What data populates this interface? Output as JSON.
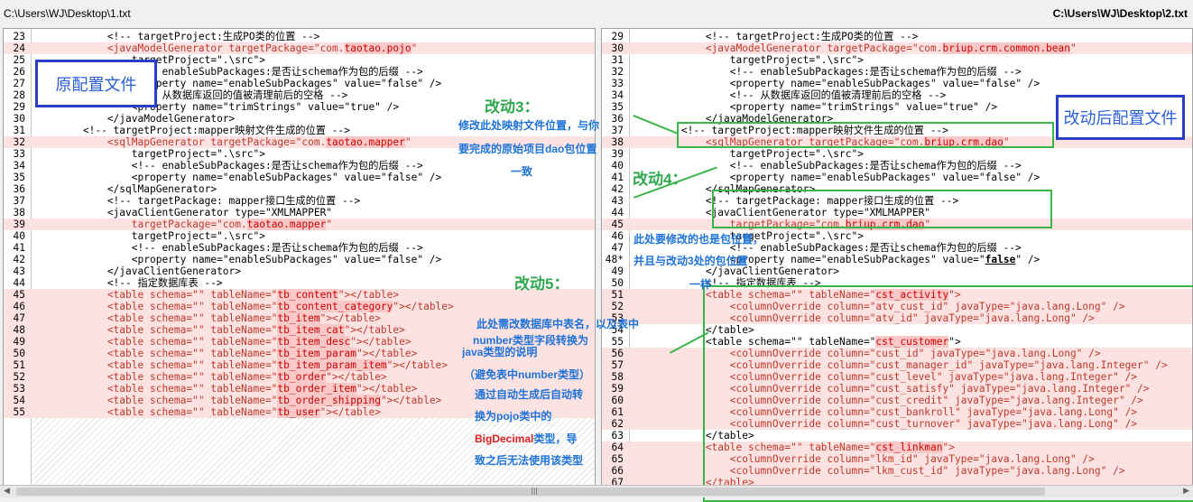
{
  "left_path": "C:\\Users\\WJ\\Desktop\\1.txt",
  "right_path": "C:\\Users\\WJ\\Desktop\\2.txt",
  "left_lines": [
    {
      "n": "23",
      "d": false,
      "s": [
        {
          "t": "            <!-- targetProject:生成PO类的位置 -->"
        }
      ]
    },
    {
      "n": "24",
      "d": true,
      "s": [
        {
          "t": "            <javaModelGenerator targetPackage=\"com."
        },
        {
          "t": "taotao.pojo",
          "h": true
        },
        {
          "t": "\""
        }
      ]
    },
    {
      "n": "25",
      "d": false,
      "s": [
        {
          "t": "                targetProject=\".\\src\">"
        }
      ]
    },
    {
      "n": "26",
      "d": false,
      "s": [
        {
          "t": "                <!-- enableSubPackages:是否让schema作为包的后缀 -->"
        }
      ]
    },
    {
      "n": "27",
      "d": false,
      "s": [
        {
          "t": "                <property name=\"enableSubPackages\" value=\"false\" />"
        }
      ]
    },
    {
      "n": "28",
      "d": false,
      "s": [
        {
          "t": "                <!-- 从数据库返回的值被清理前后的空格 -->"
        }
      ]
    },
    {
      "n": "29",
      "d": false,
      "s": [
        {
          "t": "                <property name=\"trimStrings\" value=\"true\" />"
        }
      ]
    },
    {
      "n": "30",
      "d": false,
      "s": [
        {
          "t": "            </javaModelGenerator>"
        }
      ]
    },
    {
      "n": "31",
      "d": false,
      "s": [
        {
          "t": "        <!-- targetProject:mapper映射文件生成的位置 -->"
        }
      ]
    },
    {
      "n": "32",
      "d": true,
      "s": [
        {
          "t": "            <sqlMapGenerator targetPackage=\"com."
        },
        {
          "t": "taotao.mapper",
          "h": true
        },
        {
          "t": "\""
        }
      ]
    },
    {
      "n": "33",
      "d": false,
      "s": [
        {
          "t": "                targetProject=\".\\src\">"
        }
      ]
    },
    {
      "n": "34",
      "d": false,
      "s": [
        {
          "t": "                <!-- enableSubPackages:是否让schema作为包的后缀 -->"
        }
      ]
    },
    {
      "n": "35",
      "d": false,
      "s": [
        {
          "t": "                <property name=\"enableSubPackages\" value=\"false\" />"
        }
      ]
    },
    {
      "n": "36",
      "d": false,
      "s": [
        {
          "t": "            </sqlMapGenerator>"
        }
      ]
    },
    {
      "n": "37",
      "d": false,
      "s": [
        {
          "t": "            <!-- targetPackage: mapper接口生成的位置 -->"
        }
      ]
    },
    {
      "n": "38",
      "d": false,
      "s": [
        {
          "t": "            <javaClientGenerator type=\"XMLMAPPER\""
        }
      ]
    },
    {
      "n": "39",
      "d": true,
      "s": [
        {
          "t": "                targetPackage=\"com."
        },
        {
          "t": "taotao.mapper",
          "h": true
        },
        {
          "t": "\""
        }
      ]
    },
    {
      "n": "40",
      "d": false,
      "s": [
        {
          "t": "                targetProject=\".\\src\">"
        }
      ]
    },
    {
      "n": "41",
      "d": false,
      "s": [
        {
          "t": "                <!-- enableSubPackages:是否让schema作为包的后缀 -->"
        }
      ]
    },
    {
      "n": "42",
      "d": false,
      "s": [
        {
          "t": "                <property name=\"enableSubPackages\" value=\"false\" />"
        }
      ]
    },
    {
      "n": "43",
      "d": false,
      "s": [
        {
          "t": "            </javaClientGenerator>"
        }
      ]
    },
    {
      "n": "44",
      "d": false,
      "s": [
        {
          "t": "            <!-- 指定数据库表 -->"
        }
      ]
    },
    {
      "n": "45",
      "d": true,
      "s": [
        {
          "t": "            <table schema=\"\" tableName=\""
        },
        {
          "t": "tb_content",
          "h": true
        },
        {
          "t": "\"></table>"
        }
      ]
    },
    {
      "n": "46",
      "d": true,
      "s": [
        {
          "t": "            <table schema=\"\" tableName=\""
        },
        {
          "t": "tb_content_category",
          "h": true
        },
        {
          "t": "\"></table>"
        }
      ]
    },
    {
      "n": "47",
      "d": true,
      "s": [
        {
          "t": "            <table schema=\"\" tableName=\""
        },
        {
          "t": "tb_item",
          "h": true
        },
        {
          "t": "\"></table>"
        }
      ]
    },
    {
      "n": "48",
      "d": true,
      "s": [
        {
          "t": "            <table schema=\"\" tableName=\""
        },
        {
          "t": "tb_item_cat",
          "h": true
        },
        {
          "t": "\"></table>"
        }
      ]
    },
    {
      "n": "49",
      "d": true,
      "s": [
        {
          "t": "            <table schema=\"\" tableName=\""
        },
        {
          "t": "tb_item_desc",
          "h": true
        },
        {
          "t": "\"></table>"
        }
      ]
    },
    {
      "n": "50",
      "d": true,
      "s": [
        {
          "t": "            <table schema=\"\" tableName=\""
        },
        {
          "t": "tb_item_param",
          "h": true
        },
        {
          "t": "\"></table>"
        }
      ]
    },
    {
      "n": "51",
      "d": true,
      "s": [
        {
          "t": "            <table schema=\"\" tableName=\""
        },
        {
          "t": "tb_item_param_item",
          "h": true
        },
        {
          "t": "\"></table>"
        }
      ]
    },
    {
      "n": "52",
      "d": true,
      "s": [
        {
          "t": "            <table schema=\"\" tableName=\""
        },
        {
          "t": "tb_order",
          "h": true
        },
        {
          "t": "\"></table>"
        }
      ]
    },
    {
      "n": "53",
      "d": true,
      "s": [
        {
          "t": "            <table schema=\"\" tableName=\""
        },
        {
          "t": "tb_order_item",
          "h": true
        },
        {
          "t": "\"></table>"
        }
      ]
    },
    {
      "n": "54",
      "d": true,
      "s": [
        {
          "t": "            <table schema=\"\" tableName=\""
        },
        {
          "t": "tb_order_shipping",
          "h": true
        },
        {
          "t": "\"></table>"
        }
      ]
    },
    {
      "n": "55",
      "d": true,
      "s": [
        {
          "t": "            <table schema=\"\" tableName=\""
        },
        {
          "t": "tb_user",
          "h": true
        },
        {
          "t": "\"></table>"
        }
      ]
    }
  ],
  "right_lines": [
    {
      "n": "29",
      "d": false,
      "s": [
        {
          "t": "            <!-- targetProject:生成PO类的位置 -->"
        }
      ]
    },
    {
      "n": "30",
      "d": true,
      "s": [
        {
          "t": "            <javaModelGenerator targetPackage=\"com."
        },
        {
          "t": "briup.crm.common.bean",
          "h": true
        },
        {
          "t": "\""
        }
      ]
    },
    {
      "n": "31",
      "d": false,
      "s": [
        {
          "t": "                targetProject=\".\\src\">"
        }
      ]
    },
    {
      "n": "32",
      "d": false,
      "s": [
        {
          "t": "                <!-- enableSubPackages:是否让schema作为包的后缀 -->"
        }
      ]
    },
    {
      "n": "33",
      "d": false,
      "s": [
        {
          "t": "                <property name=\"enableSubPackages\" value=\"false\" />"
        }
      ]
    },
    {
      "n": "34",
      "d": false,
      "s": [
        {
          "t": "                <!-- 从数据库返回的值被清理前后的空格 -->"
        }
      ]
    },
    {
      "n": "35",
      "d": false,
      "s": [
        {
          "t": "                <property name=\"trimStrings\" value=\"true\" />"
        }
      ]
    },
    {
      "n": "36",
      "d": false,
      "s": [
        {
          "t": "            </javaModelGenerator>"
        }
      ]
    },
    {
      "n": "37",
      "d": false,
      "s": [
        {
          "t": "        <!-- targetProject:mapper映射文件生成的位置 -->"
        }
      ]
    },
    {
      "n": "38",
      "d": true,
      "s": [
        {
          "t": "            <sqlMapGenerator targetPackage=\"com."
        },
        {
          "t": "briup.crm.dao",
          "h": true
        },
        {
          "t": "\""
        }
      ]
    },
    {
      "n": "39",
      "d": false,
      "s": [
        {
          "t": "                targetProject=\".\\src\">"
        }
      ]
    },
    {
      "n": "40",
      "d": false,
      "s": [
        {
          "t": "                <!-- enableSubPackages:是否让schema作为包的后缀 -->"
        }
      ]
    },
    {
      "n": "41",
      "d": false,
      "s": [
        {
          "t": "                <property name=\"enableSubPackages\" value=\"false\" />"
        }
      ]
    },
    {
      "n": "42",
      "d": false,
      "s": [
        {
          "t": "            </sqlMapGenerator>"
        }
      ]
    },
    {
      "n": "43",
      "d": false,
      "s": [
        {
          "t": "            <!-- targetPackage: mapper接口生成的位置 -->"
        }
      ]
    },
    {
      "n": "44",
      "d": false,
      "s": [
        {
          "t": "            <javaClientGenerator type=\"XMLMAPPER\""
        }
      ]
    },
    {
      "n": "45",
      "d": true,
      "s": [
        {
          "t": "                targetPackage=\"com."
        },
        {
          "t": "briup.crm.dao",
          "h": true
        },
        {
          "t": "\""
        }
      ]
    },
    {
      "n": "46",
      "d": false,
      "s": [
        {
          "t": "                targetProject=\".\\src\">"
        }
      ]
    },
    {
      "n": "47",
      "d": false,
      "s": [
        {
          "t": "                <!-- enableSubPackages:是否让schema作为包的后缀 -->"
        }
      ]
    },
    {
      "n": "48*",
      "d": false,
      "s": [
        {
          "t": "                <property name=\"enableSubPackages\" value=\""
        },
        {
          "t": "false",
          "b": true
        },
        {
          "t": "\" />"
        }
      ]
    },
    {
      "n": "49",
      "d": false,
      "s": [
        {
          "t": "            </javaClientGenerator>"
        }
      ]
    },
    {
      "n": "50",
      "d": false,
      "s": [
        {
          "t": "            <!-- 指定数据库表 -->"
        }
      ]
    },
    {
      "n": "51",
      "d": true,
      "s": [
        {
          "t": "            <table schema=\"\" tableName=\""
        },
        {
          "t": "cst_activity",
          "h": true
        },
        {
          "t": "\">"
        }
      ]
    },
    {
      "n": "52",
      "d": true,
      "s": [
        {
          "t": "                <columnOverride column=\"atv_cust_id\" javaType=\"java.lang.Long\" />"
        }
      ]
    },
    {
      "n": "53",
      "d": true,
      "s": [
        {
          "t": "                <columnOverride column=\"atv_id\" javaType=\"java.lang.Long\" />"
        }
      ]
    },
    {
      "n": "54",
      "d": false,
      "s": [
        {
          "t": "            </table>"
        }
      ]
    },
    {
      "n": "55",
      "d": false,
      "s": [
        {
          "t": "            <table schema=\"\" tableName=\""
        },
        {
          "t": "cst_customer",
          "h": true
        },
        {
          "t": "\">"
        }
      ]
    },
    {
      "n": "56",
      "d": true,
      "s": [
        {
          "t": "                <columnOverride column=\"cust_id\" javaType=\"java.lang.Long\" />"
        }
      ]
    },
    {
      "n": "57",
      "d": true,
      "s": [
        {
          "t": "                <columnOverride column=\"cust_manager_id\" javaType=\"java.lang.Integer\" />"
        }
      ]
    },
    {
      "n": "58",
      "d": true,
      "s": [
        {
          "t": "                <columnOverride column=\"cust_level\" javaType=\"java.lang.Integer\" />"
        }
      ]
    },
    {
      "n": "59",
      "d": true,
      "s": [
        {
          "t": "                <columnOverride column=\"cust_satisfy\" javaType=\"java.lang.Integer\" />"
        }
      ]
    },
    {
      "n": "60",
      "d": true,
      "s": [
        {
          "t": "                <columnOverride column=\"cust_credit\" javaType=\"java.lang.Integer\" />"
        }
      ]
    },
    {
      "n": "61",
      "d": true,
      "s": [
        {
          "t": "                <columnOverride column=\"cust_bankroll\" javaType=\"java.lang.Long\" />"
        }
      ]
    },
    {
      "n": "62",
      "d": true,
      "s": [
        {
          "t": "                <columnOverride column=\"cust_turnover\" javaType=\"java.lang.Long\" />"
        }
      ]
    },
    {
      "n": "63",
      "d": false,
      "s": [
        {
          "t": "            </table>"
        }
      ]
    },
    {
      "n": "64",
      "d": true,
      "s": [
        {
          "t": "            <table schema=\"\" tableName=\""
        },
        {
          "t": "cst_linkman",
          "h": true
        },
        {
          "t": "\">"
        }
      ]
    },
    {
      "n": "65",
      "d": true,
      "s": [
        {
          "t": "                <columnOverride column=\"lkm_id\" javaType=\"java.lang.Long\" />"
        }
      ]
    },
    {
      "n": "66",
      "d": true,
      "s": [
        {
          "t": "                <columnOverride column=\"lkm_cust_id\" javaType=\"java.lang.Long\" />"
        }
      ]
    },
    {
      "n": "67",
      "d": true,
      "s": [
        {
          "t": "            </table>"
        }
      ]
    }
  ],
  "labels": {
    "original": "原配置文件",
    "modified": "改动后配置文件"
  },
  "annotations": {
    "c3_title": "改动3：",
    "c3_line1": "修改此处映射文件位置，与你",
    "c3_line2": "要完成的原始项目dao包位置",
    "c3_line3": "一致",
    "c4_title": "改动4：",
    "c4_line1": "此处要修改的也是包位置，",
    "c4_line2": "并且与改动3处的包位置",
    "c4_line3": "一样",
    "c5_title": "改动5：",
    "c5_line1": "此处需改数据库中表名，以及表中",
    "c5_line2": "number类型字段转换为",
    "c5_line3": "java类型的说明",
    "c5_line4": "（避免表中number类型）",
    "c5_line5": "通过自动生成后自动转",
    "c5_line6": "换为pojo类中的",
    "c5_line7": "BigDecimal",
    "c5_line7b": "类型，导",
    "c5_line8": "致之后无法使用该类型"
  },
  "colors": {
    "diff_bg": "#fde2e2",
    "highlight": "#d00000",
    "annotation_blue": "#1e73d8",
    "annotation_green": "#2fa84f",
    "box_blue": "#2a3fc8"
  }
}
